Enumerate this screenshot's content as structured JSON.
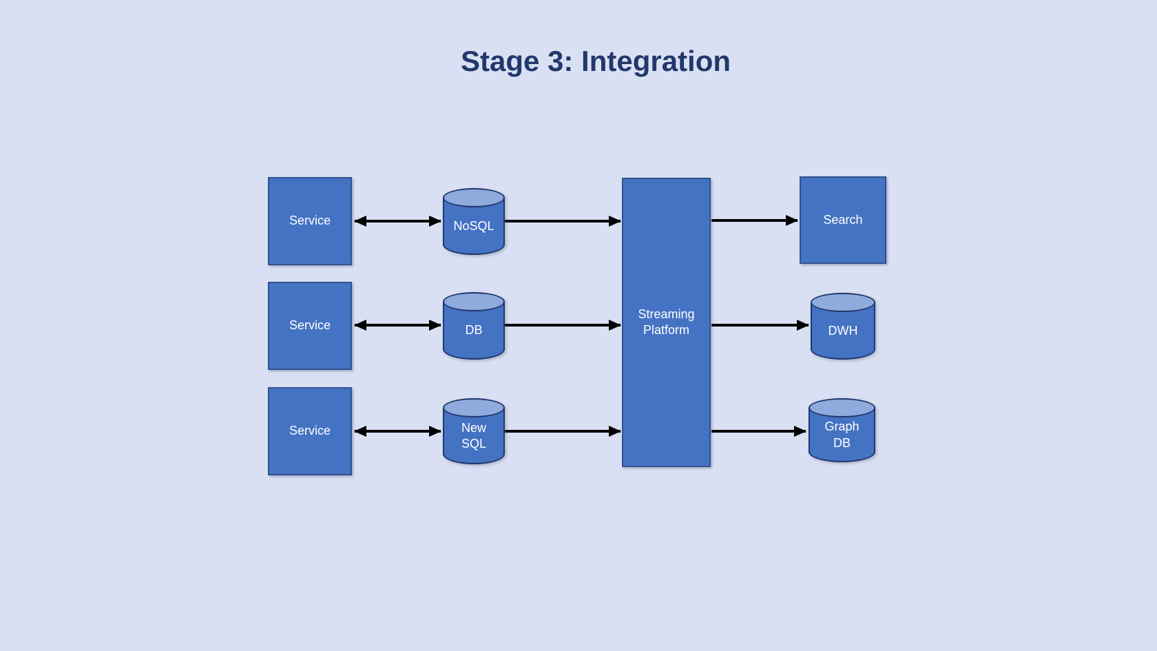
{
  "title": "Stage 3: Integration",
  "colors": {
    "background": "#dae0f3",
    "node_fill": "#4573c4",
    "rect_border": "#2f528f",
    "cylinder_border": "#20386b",
    "cylinder_top_fill": "#8faadc",
    "title_color": "#21386b",
    "label_color": "#ffffff",
    "arrow_color": "#000000"
  },
  "diagram": {
    "nodes": [
      {
        "id": "service-1",
        "shape": "rectangle",
        "label": "Service"
      },
      {
        "id": "service-2",
        "shape": "rectangle",
        "label": "Service"
      },
      {
        "id": "service-3",
        "shape": "rectangle",
        "label": "Service"
      },
      {
        "id": "nosql",
        "shape": "cylinder",
        "label": "NoSQL"
      },
      {
        "id": "db",
        "shape": "cylinder",
        "label": "DB"
      },
      {
        "id": "new-sql",
        "shape": "cylinder",
        "label": "New SQL"
      },
      {
        "id": "streaming-platform",
        "shape": "rectangle",
        "label": "Streaming Platform"
      },
      {
        "id": "search",
        "shape": "rectangle",
        "label": "Search"
      },
      {
        "id": "dwh",
        "shape": "cylinder",
        "label": "DWH"
      },
      {
        "id": "graph-db",
        "shape": "cylinder",
        "label": "Graph DB"
      }
    ],
    "edges": [
      {
        "from": "service-1",
        "to": "nosql",
        "direction": "both"
      },
      {
        "from": "nosql",
        "to": "streaming-platform",
        "direction": "forward"
      },
      {
        "from": "streaming-platform",
        "to": "search",
        "direction": "forward"
      },
      {
        "from": "service-2",
        "to": "db",
        "direction": "both"
      },
      {
        "from": "db",
        "to": "streaming-platform",
        "direction": "forward"
      },
      {
        "from": "streaming-platform",
        "to": "dwh",
        "direction": "forward"
      },
      {
        "from": "service-3",
        "to": "new-sql",
        "direction": "both"
      },
      {
        "from": "new-sql",
        "to": "streaming-platform",
        "direction": "forward"
      },
      {
        "from": "streaming-platform",
        "to": "graph-db",
        "direction": "forward"
      }
    ]
  }
}
